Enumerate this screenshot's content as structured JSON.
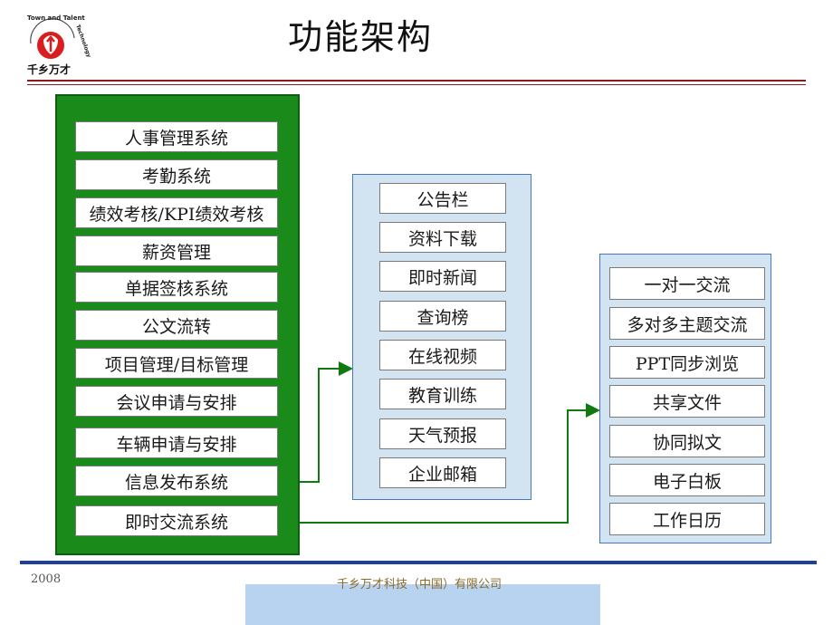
{
  "header": {
    "title": "功能架构",
    "logo_text": "千乡万才",
    "logo_arc_text": "Town and Talent Technology"
  },
  "colors": {
    "green_panel": "#1a8a1a",
    "blue_panel": "#d2e4f2",
    "connector": "#0f7a0f",
    "header_rule": "#8b1a1a",
    "footer_rule": "#1f3f9f"
  },
  "columns": [
    {
      "items": [
        "人事管理系统",
        "考勤系统",
        "绩效考核/KPI绩效考核",
        "薪资管理",
        "单据签核系统",
        "公文流转",
        "项目管理/目标管理",
        "会议申请与安排",
        "车辆申请与安排",
        "信息发布系统",
        "即时交流系统"
      ]
    },
    {
      "items": [
        "公告栏",
        "资料下载",
        "即时新闻",
        "查询榜",
        "在线视频",
        "教育训练",
        "天气预报",
        "企业邮箱"
      ]
    },
    {
      "items": [
        "一对一交流",
        "多对多主题交流",
        "PPT同步浏览",
        "共享文件",
        "协同拟文",
        "电子白板",
        "工作日历"
      ]
    }
  ],
  "footer": {
    "year": "2008",
    "company": "千乡万才科技（中国）有限公司"
  }
}
